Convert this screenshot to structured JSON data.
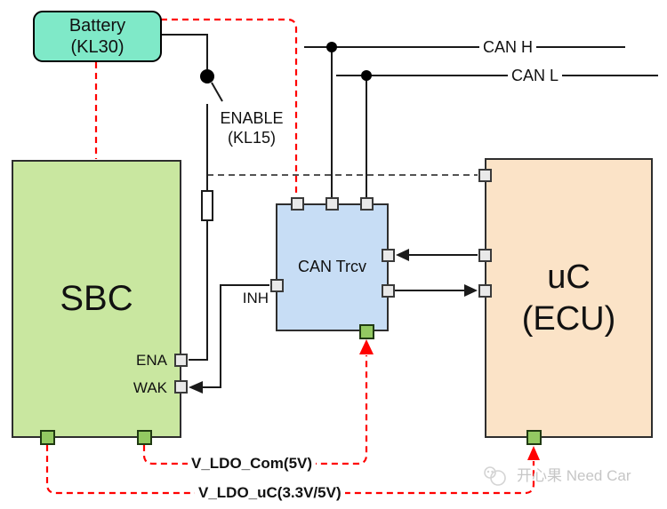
{
  "diagram": {
    "nodes": {
      "battery": {
        "line1": "Battery",
        "line2": "(KL30)",
        "fill": "#7FE9C8"
      },
      "sbc": {
        "label": "SBC",
        "fill": "#C9E7A0"
      },
      "can_transceiver": {
        "label": "CAN Trcv",
        "fill": "#C7DDF5"
      },
      "uc": {
        "line1": "uC",
        "line2": "(ECU)",
        "fill": "#FBE3C7"
      }
    },
    "pin_labels": {
      "inh": "INH",
      "ena": "ENA",
      "wak": "WAK"
    },
    "signals": {
      "can_h": "CAN H",
      "can_l": "CAN L",
      "enable_line1": "ENABLE",
      "enable_line2": "(KL15)",
      "v_ldo_com": "V_LDO_Com(5V)",
      "v_ldo_uc": "V_LDO_uC(3.3V/5V)"
    },
    "colors": {
      "wire": "#1a1a1a",
      "supply_route_red": "#FF0000",
      "pin_gray": "#E9E9E9",
      "supply_pin_green": "#93C962"
    },
    "watermark": {
      "text": "开心果 Need Car"
    }
  }
}
